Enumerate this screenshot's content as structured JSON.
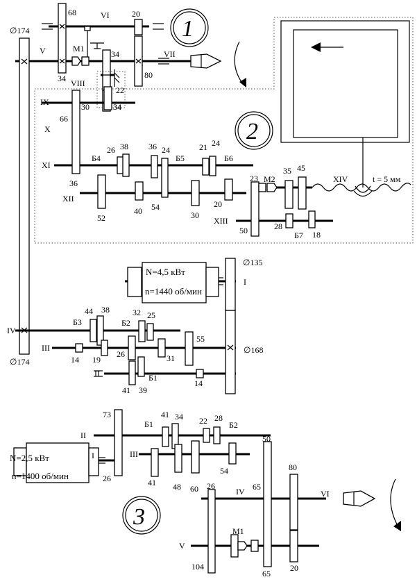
{
  "diagram_1": {
    "number": "1",
    "shafts": [
      "V",
      "VI",
      "VII",
      "VIII"
    ],
    "gears": [
      "68",
      "20",
      "34",
      "34",
      "80",
      "22",
      "174"
    ],
    "clutch": "М1",
    "pulley": "∅174"
  },
  "diagram_2": {
    "number": "2",
    "shafts": [
      "IX",
      "X",
      "XI",
      "XII",
      "XIII",
      "XIV"
    ],
    "gears": [
      "30",
      "34",
      "66",
      "36",
      "26",
      "38",
      "36",
      "24",
      "21",
      "24",
      "52",
      "40",
      "54",
      "30",
      "20",
      "23",
      "35",
      "45",
      "50",
      "28",
      "18"
    ],
    "blocks": [
      "Б4",
      "Б5",
      "Б6",
      "Б7"
    ],
    "clutch": "М2",
    "screw_pitch": "t = 5 мм"
  },
  "motor_1": {
    "power": "N=4,5 кВт",
    "speed": "n=1440 об/мин"
  },
  "diagram_mid": {
    "shafts": [
      "I",
      "II",
      "III",
      "IV"
    ],
    "gears": [
      "44",
      "38",
      "32",
      "25",
      "55",
      "14",
      "19",
      "26",
      "31",
      "41",
      "39",
      "14"
    ],
    "blocks": [
      "Б1",
      "Б2",
      "Б3"
    ],
    "pulleys": [
      "∅135",
      "∅168",
      "∅174"
    ]
  },
  "diagram_3": {
    "number": "3",
    "motor": {
      "power": "N=2,5 кВт",
      "speed": "n=1400 об/мин"
    },
    "shafts": [
      "I",
      "II",
      "III",
      "IV",
      "V",
      "VI"
    ],
    "gears": [
      "73",
      "26",
      "41",
      "34",
      "22",
      "28",
      "41",
      "48",
      "60",
      "54",
      "50",
      "65",
      "26",
      "65",
      "104",
      "80",
      "20"
    ],
    "blocks": [
      "Б1",
      "Б2"
    ],
    "clutch": "М1"
  }
}
